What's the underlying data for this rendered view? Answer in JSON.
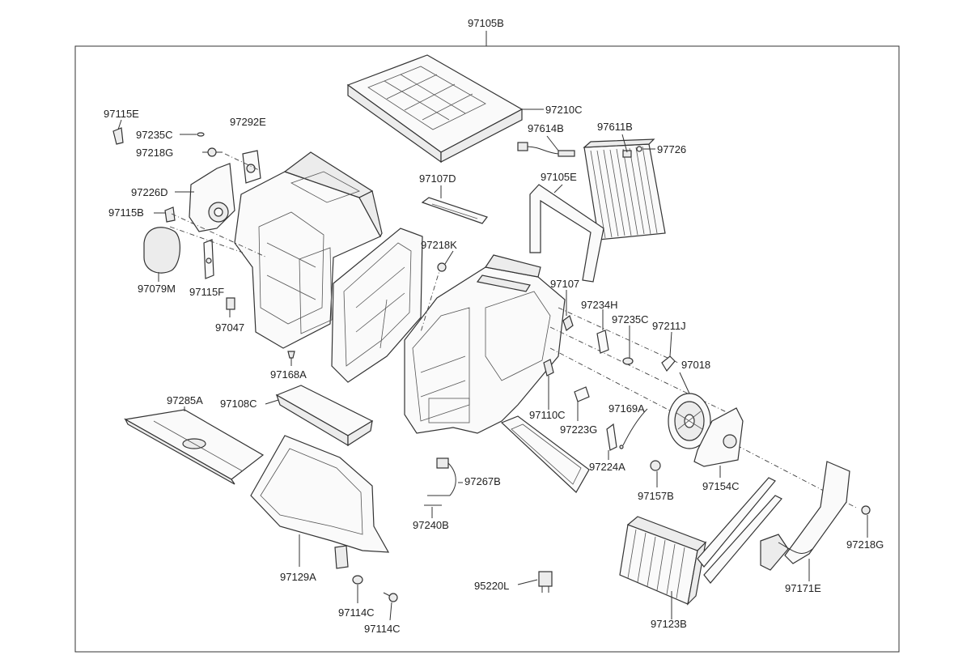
{
  "diagram": {
    "labels": {
      "top": "97105B",
      "l97115E": "97115E",
      "l97235C_a": "97235C",
      "l97292E": "97292E",
      "l97218G_a": "97218G",
      "l97226D": "97226D",
      "l97115B": "97115B",
      "l97079M": "97079M",
      "l97115F": "97115F",
      "l97047": "97047",
      "l97168A": "97168A",
      "l97285A": "97285A",
      "l97108C": "97108C",
      "l97129A": "97129A",
      "l97114C_a": "97114C",
      "l97114C_b": "97114C",
      "l97210C": "97210C",
      "l97614B": "97614B",
      "l97611B": "97611B",
      "l97726": "97726",
      "l97107D": "97107D",
      "l97105E": "97105E",
      "l97218K": "97218K",
      "l97107": "97107",
      "l97234H": "97234H",
      "l97235C_b": "97235C",
      "l97211J": "97211J",
      "l97018": "97018",
      "l97110C": "97110C",
      "l97223G": "97223G",
      "l97169A": "97169A",
      "l97224A": "97224A",
      "l97157B": "97157B",
      "l97154C": "97154C",
      "l97267B": "97267B",
      "l97240B": "97240B",
      "l95220L": "95220L",
      "l97218G_b": "97218G",
      "l97171E": "97171E",
      "l97123B": "97123B"
    }
  }
}
